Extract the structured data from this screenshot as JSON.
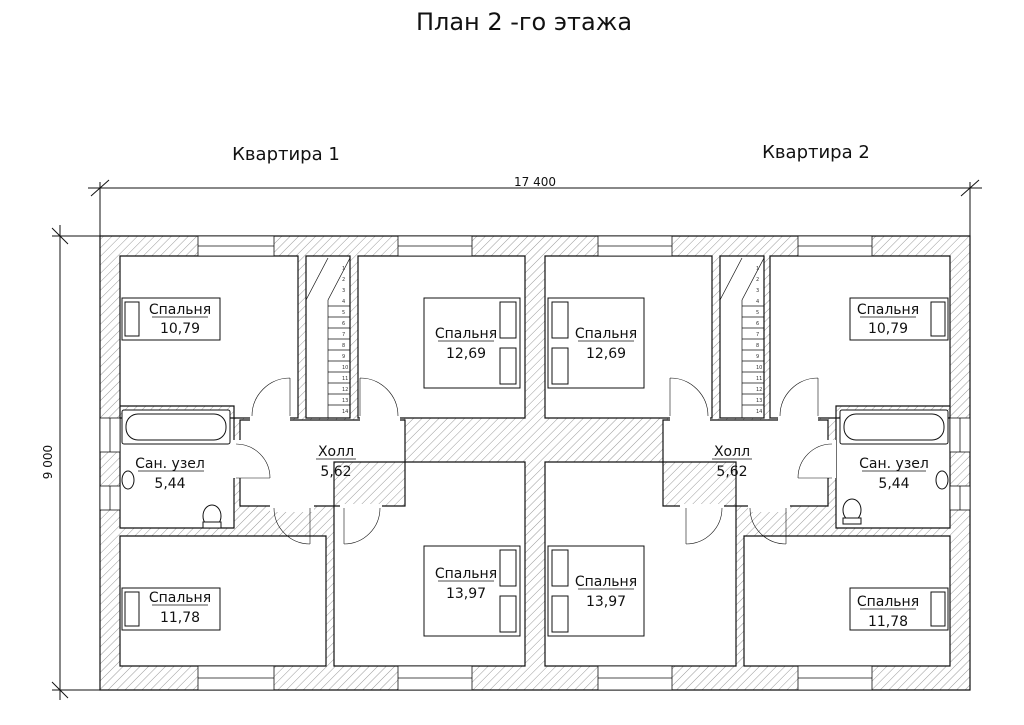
{
  "title": "План 2 -го этажа",
  "apartments": [
    "Квартира 1",
    "Квартира 2"
  ],
  "dimensions": {
    "width": "17 400",
    "height": "9 000"
  },
  "rooms": [
    {
      "name": "Спальня",
      "area": "10,79"
    },
    {
      "name": "Спальня",
      "area": "12,69"
    },
    {
      "name": "Сан. узел",
      "area": "5,44"
    },
    {
      "name": "Холл",
      "area": "5,62"
    },
    {
      "name": "Спальня",
      "area": "11,78"
    },
    {
      "name": "Спальня",
      "area": "13,97"
    },
    {
      "name": "Спальня",
      "area": "12,69"
    },
    {
      "name": "Спальня",
      "area": "10,79"
    },
    {
      "name": "Холл",
      "area": "5,62"
    },
    {
      "name": "Сан. узел",
      "area": "5,44"
    },
    {
      "name": "Спальня",
      "area": "13,97"
    },
    {
      "name": "Спальня",
      "area": "11,78"
    }
  ],
  "stair_steps": [
    "1",
    "2",
    "3",
    "4",
    "5",
    "6",
    "7",
    "8",
    "9",
    "10",
    "11",
    "12",
    "13",
    "14"
  ],
  "colors": {
    "line": "#111111",
    "hatch": "#9a9a9a"
  }
}
